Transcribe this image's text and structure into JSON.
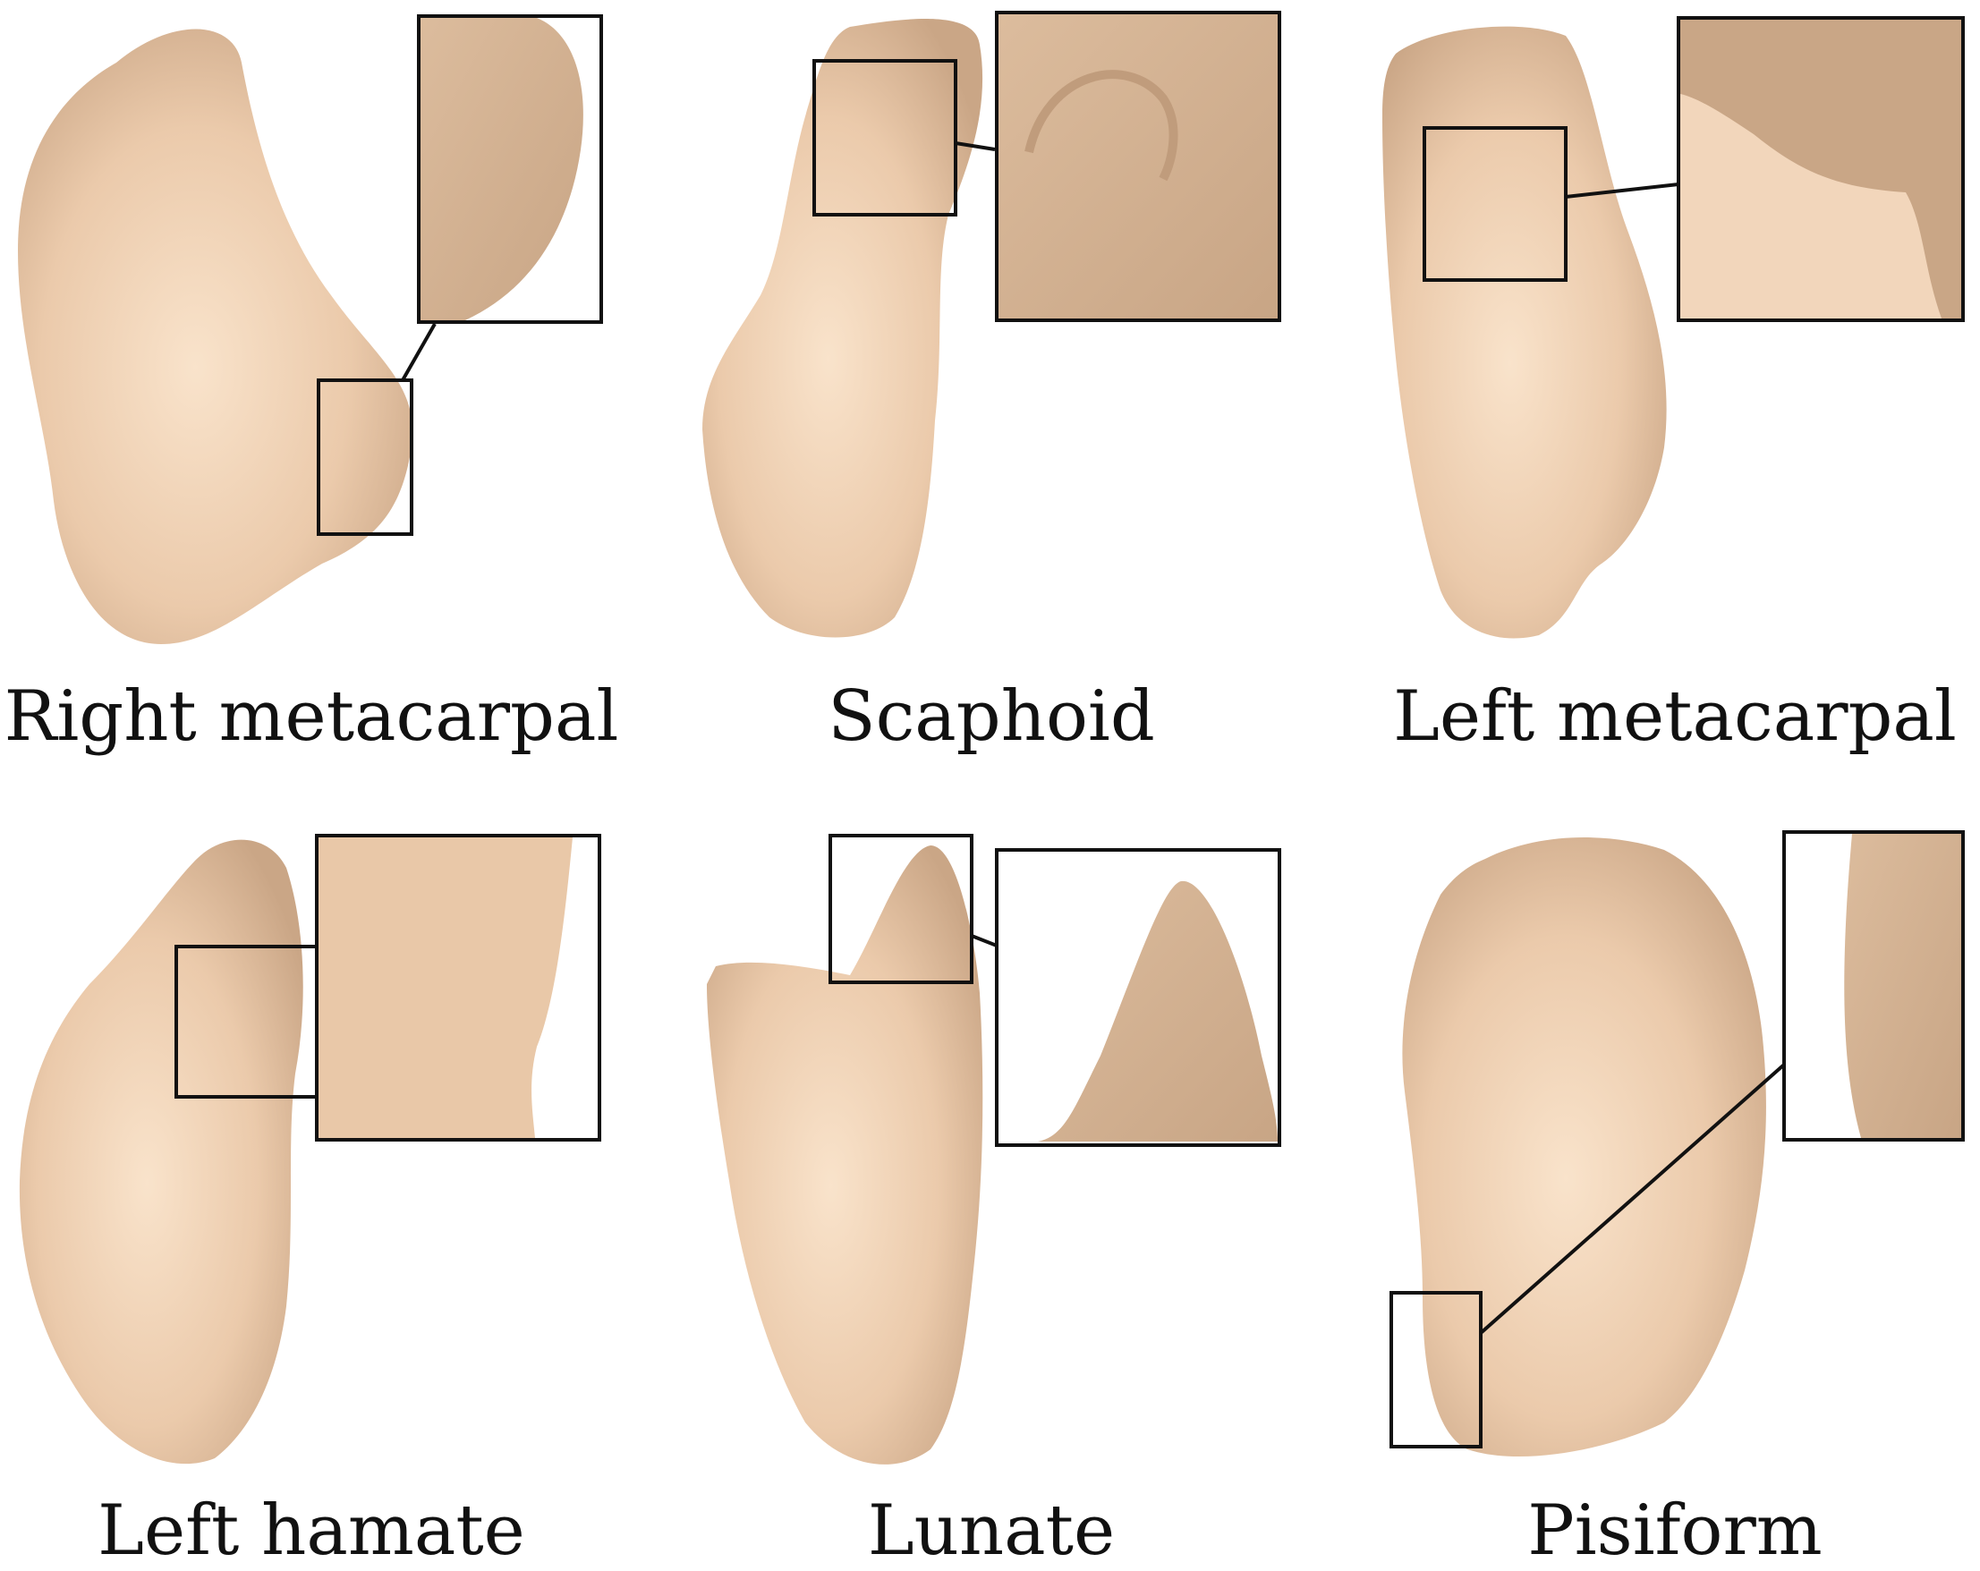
{
  "colors": {
    "background": "#ffffff",
    "bone_light": "#f7dfc6",
    "bone_mid": "#e8c8a8",
    "bone_dark": "#c9a584",
    "outline": "#111111"
  },
  "panels": [
    {
      "label": "Right metacarpal"
    },
    {
      "label": "Scaphoid"
    },
    {
      "label": "Left metacarpal"
    },
    {
      "label": "Left hamate"
    },
    {
      "label": "Lunate"
    },
    {
      "label": "Pisiform"
    }
  ]
}
